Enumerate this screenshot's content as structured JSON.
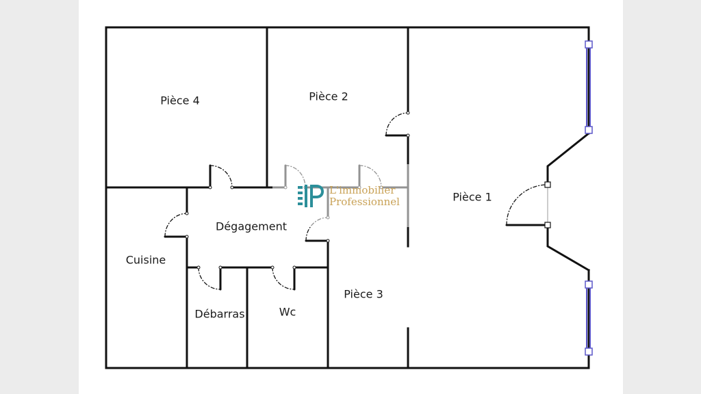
{
  "plan": {
    "rooms": {
      "piece4": "Pièce 4",
      "piece2": "Pièce 2",
      "piece1": "Pièce 1",
      "degagement": "Dégagement",
      "cuisine": "Cuisine",
      "piece3": "Pièce 3",
      "debarras": "Débarras",
      "wc": "Wc"
    }
  },
  "watermark": {
    "line1": "L'immobilier",
    "line2": "Professionnel",
    "text_color": "#c9a257",
    "mark_color": "#2c8f9a"
  },
  "colors": {
    "wall": "#111111",
    "window": "#5a56c8",
    "background": "#ececec",
    "sheet": "#ffffff"
  }
}
